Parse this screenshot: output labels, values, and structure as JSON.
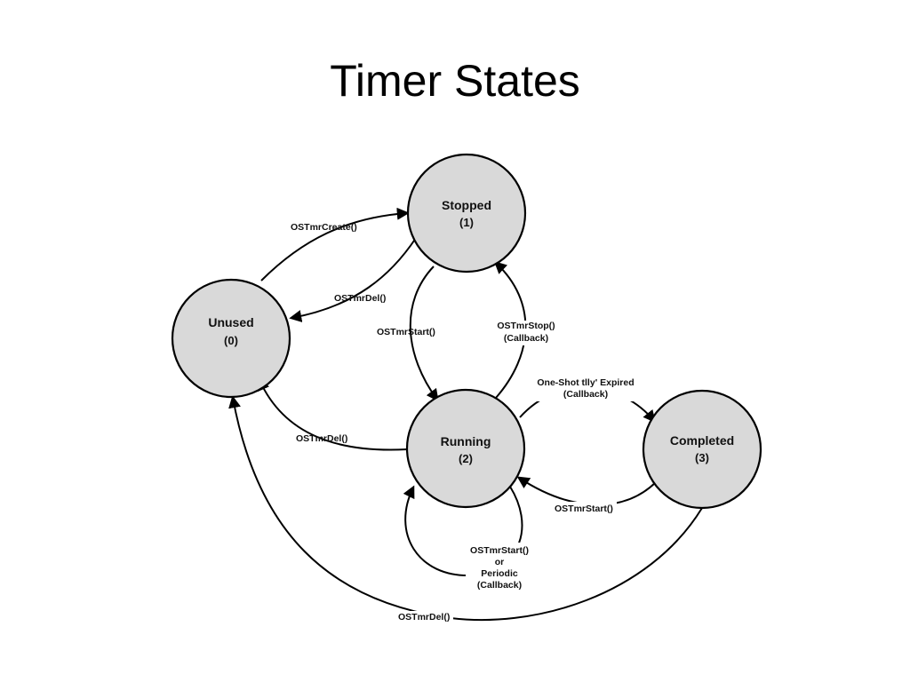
{
  "title": "Timer States",
  "states": {
    "unused": {
      "name": "Unused",
      "num": "(0)"
    },
    "stopped": {
      "name": "Stopped",
      "num": "(1)"
    },
    "running": {
      "name": "Running",
      "num": "(2)"
    },
    "completed": {
      "name": "Completed",
      "num": "(3)"
    }
  },
  "transitions": {
    "create": "OSTmrCreate()",
    "del_stopped": "OSTmrDel()",
    "start_stopped": "OSTmrStart()",
    "stop_1": "OSTmrStop()",
    "stop_2": "(Callback)",
    "oneshot_1": "One-Shot tlly' Expired",
    "oneshot_2": "(Callback)",
    "del_running": "OSTmrDel()",
    "start_completed": "OSTmrStart()",
    "periodic_1": "OSTmrStart()",
    "periodic_2": "or",
    "periodic_3": "Periodic",
    "periodic_4": "(Callback)",
    "del_completed": "OSTmrDel()"
  }
}
